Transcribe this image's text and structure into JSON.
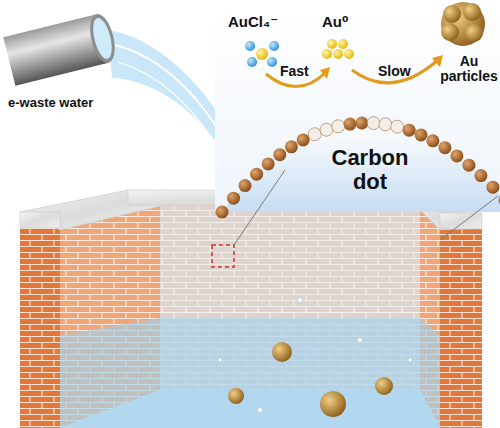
{
  "diagram": {
    "nodes": [
      {
        "text": [
          "Carbon dot"
        ]
      }
    ],
    "labels": [
      "e-waste water",
      "AuCl₄⁻",
      "Au⁰",
      "Fast",
      "Slow",
      "Au particles"
    ]
  }
}
